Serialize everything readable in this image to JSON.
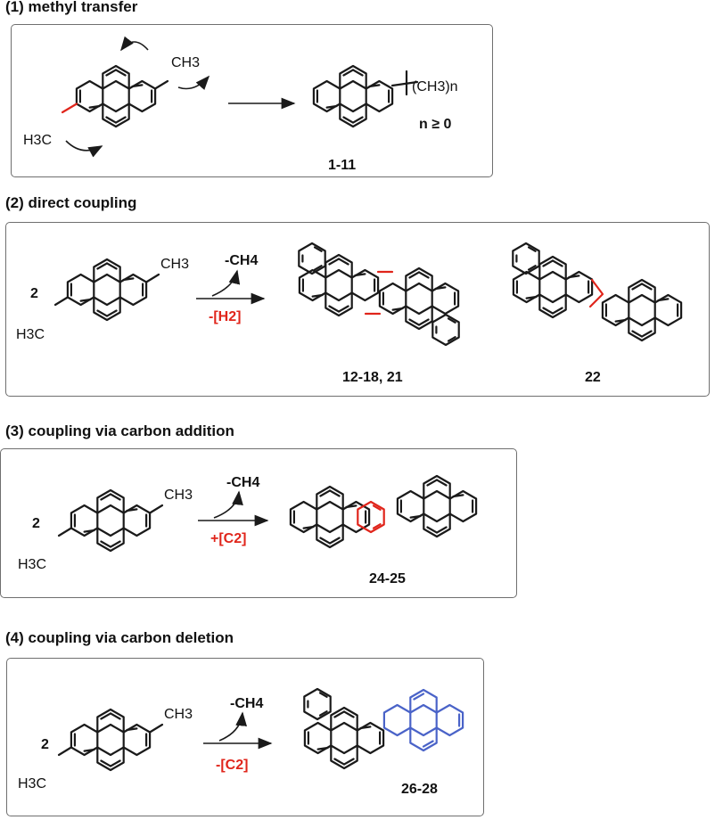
{
  "sections": [
    {
      "title": "(1) methyl transfer",
      "substituent_top": "CH3",
      "substituent_bottom": "H3C",
      "product_substituent": "(CH3)n",
      "condition": "n ≥ 0",
      "product_label": "1-11"
    },
    {
      "title": "(2) direct coupling",
      "coefficient": "2",
      "substituent_top": "CH3",
      "substituent_bottom": "H3C",
      "byproduct": "-CH4",
      "reagent": "-[H2]",
      "product_label_a": "12-18, 21",
      "product_label_b": "22"
    },
    {
      "title": "(3) coupling via carbon addition",
      "coefficient": "2",
      "substituent_top": "CH3",
      "substituent_bottom": "H3C",
      "byproduct": "-CH4",
      "reagent": "+[C2]",
      "product_label": "24-25"
    },
    {
      "title": "(4) coupling via carbon deletion",
      "coefficient": "2",
      "substituent_top": "CH3",
      "substituent_bottom": "H3C",
      "byproduct": "-CH4",
      "reagent": "-[C2]",
      "product_label": "26-28"
    }
  ],
  "colors": {
    "bond": "#1a1a1a",
    "highlight_red": "#e0251b",
    "highlight_blue": "#4a63c8",
    "panel_border": "#6f6f6f"
  }
}
